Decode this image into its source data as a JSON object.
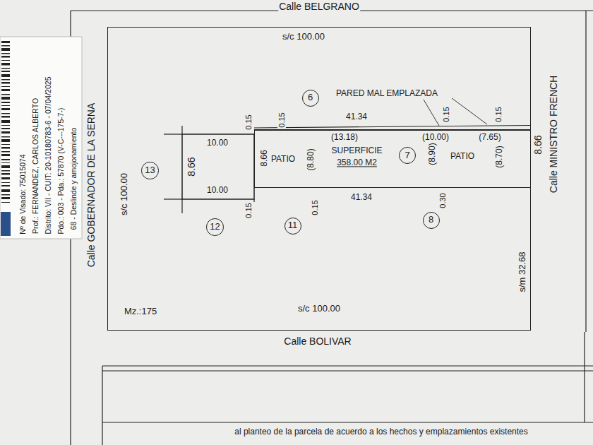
{
  "diagram": {
    "nodes": [
      {
        "text": [
          "Mz.:175"
        ]
      },
      {
        "text": [
          "6"
        ],
        "in": 0
      },
      {
        "text": [
          "SUPERFICIE",
          "358.00 M2"
        ],
        "in": 0
      },
      {
        "text": [
          "7"
        ],
        "in": 2
      },
      {
        "text": [
          "13"
        ],
        "in": 0
      },
      {
        "text": [
          "12"
        ],
        "in": 0
      },
      {
        "text": [
          "11"
        ],
        "in": 0
      },
      {
        "text": [
          "8"
        ],
        "in": 0
      }
    ],
    "labels": [
      "Calle BELGRANO",
      "s/c 100.00",
      "PARED MAL EMPLAZADA",
      "41.34",
      "0.15",
      "0.15",
      "(13.18)",
      "0.15",
      "(10.00)",
      "0.15",
      "(7.65)",
      "10.00",
      "8.66",
      "10.00",
      "8.66",
      "PATIO",
      "(8.80)",
      "(8.90)",
      "PATIO",
      "(8.70)",
      "8.66",
      "Calle MINISTRO FRENCH",
      "0.15",
      "0.15",
      "41.34",
      "0.30",
      "s/c 100.00",
      "Calle GOBERNADOR DE LA SERNA",
      "s/m 32.68",
      "s/c 100.00",
      "Calle BOLIVAR",
      "Nº de Visado: 75015074",
      "Prof.: FERNANDEZ, CARLOS ALBERTO",
      "Distrito: VII - CUIT: 20-10180783-6 - 07/04/2025",
      "Pdo.: 003 - Pda.: 57870 (V-C---175-7-)",
      "68 - Deslinde y amojonamiento",
      "al planteo de la parcela de acuerdo a los hechos y emplazamientos existentes"
    ]
  }
}
